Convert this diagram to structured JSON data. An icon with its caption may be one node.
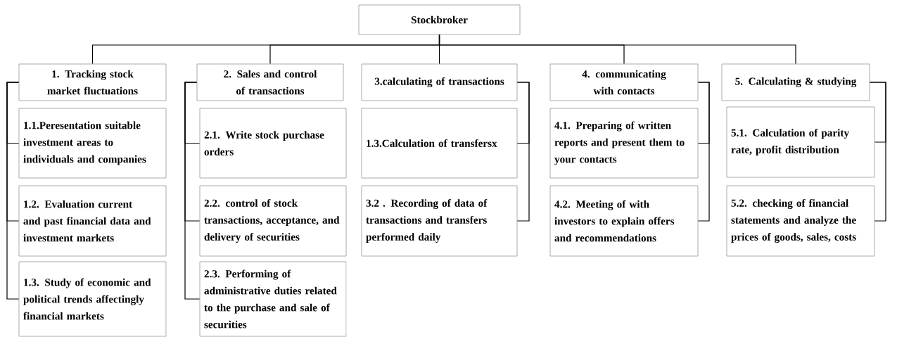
{
  "diagram": {
    "nodes": [
      {
        "text": [
          "Stockbroker"
        ]
      },
      {
        "text": [
          "1. Tracking stock market fluctuations"
        ]
      },
      {
        "text": [
          "1.1.Peresentation suitable investment areas to individuals and companies"
        ]
      },
      {
        "text": [
          "1.2. Evaluation current and past financial data and investment markets"
        ]
      },
      {
        "text": [
          "1.3. Study of economic and political trends affectingly financial markets"
        ]
      },
      {
        "text": [
          "2. Sales and control of transactions"
        ]
      },
      {
        "text": [
          "2.1. Write stock purchase orders"
        ]
      },
      {
        "text": [
          "2.2. control of stock transactions, acceptance, and delivery of securities"
        ]
      },
      {
        "text": [
          "2.3. Performing of administrative duties related to the purchase and sale of securities"
        ]
      },
      {
        "text": [
          "3.calculating of transactions"
        ]
      },
      {
        "text": [
          "1.3.Calculation of transfersx"
        ]
      },
      {
        "text": [
          "3.2 . Recording of data of transactions and transfers performed daily"
        ]
      },
      {
        "text": [
          "4. communicating with contacts"
        ]
      },
      {
        "text": [
          "4.1. Preparing of written reports and present them to your contacts"
        ]
      },
      {
        "text": [
          "4.2. Meeting of with investors to explain offers and recommendations"
        ]
      },
      {
        "text": [
          "5. Calculating & studying"
        ]
      },
      {
        "text": [
          "5.1. Calculation of parity rate, profit distribution"
        ]
      },
      {
        "text": [
          "5.2. checking of financial statements and analyze the prices of goods, sales, costs"
        ]
      }
    ],
    "edges": [
      {
        "from": 0,
        "to": 1,
        "arrow": "none"
      },
      {
        "from": 0,
        "to": 5,
        "arrow": "none"
      },
      {
        "from": 0,
        "to": 9,
        "arrow": "none"
      },
      {
        "from": 0,
        "to": 12,
        "arrow": "none"
      },
      {
        "from": 0,
        "to": 15,
        "arrow": "none"
      },
      {
        "from": 1,
        "to": 2,
        "arrow": "none"
      },
      {
        "from": 1,
        "to": 3,
        "arrow": "none"
      },
      {
        "from": 1,
        "to": 4,
        "arrow": "none"
      },
      {
        "from": 5,
        "to": 6,
        "arrow": "none"
      },
      {
        "from": 5,
        "to": 7,
        "arrow": "none"
      },
      {
        "from": 5,
        "to": 8,
        "arrow": "none"
      },
      {
        "from": 9,
        "to": 10,
        "arrow": "none"
      },
      {
        "from": 9,
        "to": 11,
        "arrow": "none"
      },
      {
        "from": 12,
        "to": 13,
        "arrow": "none"
      },
      {
        "from": 12,
        "to": 14,
        "arrow": "none"
      },
      {
        "from": 15,
        "to": 16,
        "arrow": "none"
      },
      {
        "from": 15,
        "to": 17,
        "arrow": "none"
      }
    ]
  }
}
